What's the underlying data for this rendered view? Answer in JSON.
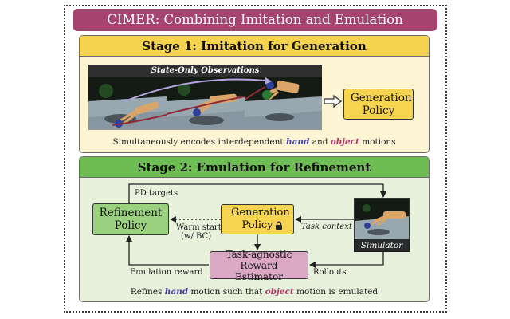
{
  "title": "CIMER: Combining Imitation and Emulation",
  "stage1": {
    "heading": "Stage 1: Imitation for Generation",
    "observations_label": "State-Only Observations",
    "output_box": "Generation Policy",
    "caption": {
      "pre": "Simultaneously encodes interdependent ",
      "hand": "hand",
      "mid": " and ",
      "object": "object",
      "post": " motions"
    }
  },
  "stage2": {
    "heading": "Stage 2: Emulation for Refinement",
    "refinement_policy": "Refinement Policy",
    "generation_policy": "Generation Policy",
    "reward_estimator": "Task-agnostic Reward Estimator",
    "simulator": "Simulator",
    "labels": {
      "pd_targets": "PD targets",
      "warm_start": "Warm start",
      "warm_start_sub": "(w/ BC)",
      "task_context": "Task context",
      "rollouts": "Rollouts",
      "emulation_reward": "Emulation reward"
    },
    "caption": {
      "pre": "Refines ",
      "hand": "hand",
      "mid": " motion such that ",
      "object": "object",
      "post": " motion is emulated"
    }
  },
  "colors": {
    "title_bar": "#a4446f",
    "stage1_fill": "#fdf4d3",
    "stage1_header": "#f6d34e",
    "stage2_fill": "#e7f1dc",
    "stage2_header": "#6dbd53",
    "generation_box": "#f7d44f",
    "refinement_box": "#9bd27f",
    "reward_box": "#dba9c6",
    "hand_text": "#4340a3",
    "object_text": "#b0386b"
  },
  "icons": [
    "lock-icon",
    "hollow-arrow-icon"
  ]
}
